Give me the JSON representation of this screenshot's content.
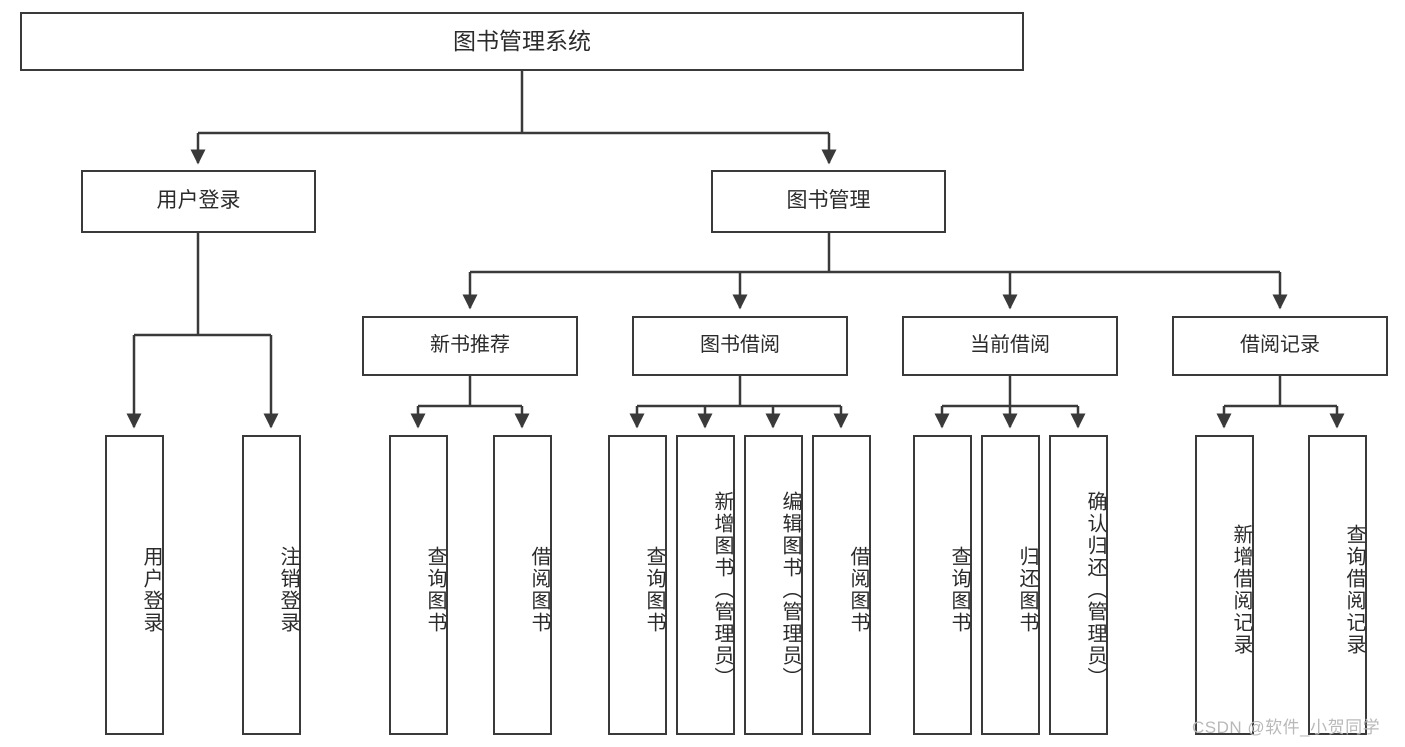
{
  "diagram": {
    "type": "tree-hierarchy-chart",
    "title": "图书管理系统",
    "colors": {
      "box_border": "#3a3a3a",
      "box_fill": "#ffffff",
      "connector": "#3a3a3a",
      "text": "#2b2b2b",
      "watermark": "#b9b9b9",
      "background": "#ffffff"
    },
    "nodes": {
      "root": {
        "label": "图书管理系统"
      },
      "tier2": [
        {
          "label": "用户登录"
        },
        {
          "label": "图书管理"
        }
      ],
      "tier3": [
        {
          "label": "新书推荐"
        },
        {
          "label": "图书借阅"
        },
        {
          "label": "当前借阅"
        },
        {
          "label": "借阅记录"
        }
      ],
      "leaves": {
        "user_login": [
          {
            "label": "用户登录"
          },
          {
            "label": "注销登录"
          }
        ],
        "new_book_recommend": [
          {
            "label": "查询图书"
          },
          {
            "label": "借阅图书"
          }
        ],
        "book_borrow": [
          {
            "label": "查询图书"
          },
          {
            "label": "新增图书（管理员）"
          },
          {
            "label": "编辑图书（管理员）"
          },
          {
            "label": "借阅图书"
          }
        ],
        "current_borrow": [
          {
            "label": "查询图书"
          },
          {
            "label": "归还图书"
          },
          {
            "label": "确认归还（管理员）"
          }
        ],
        "borrow_records": [
          {
            "label": "新增借阅记录"
          },
          {
            "label": "查询借阅记录"
          }
        ]
      }
    },
    "watermark": "CSDN @软件_小贺同学"
  }
}
